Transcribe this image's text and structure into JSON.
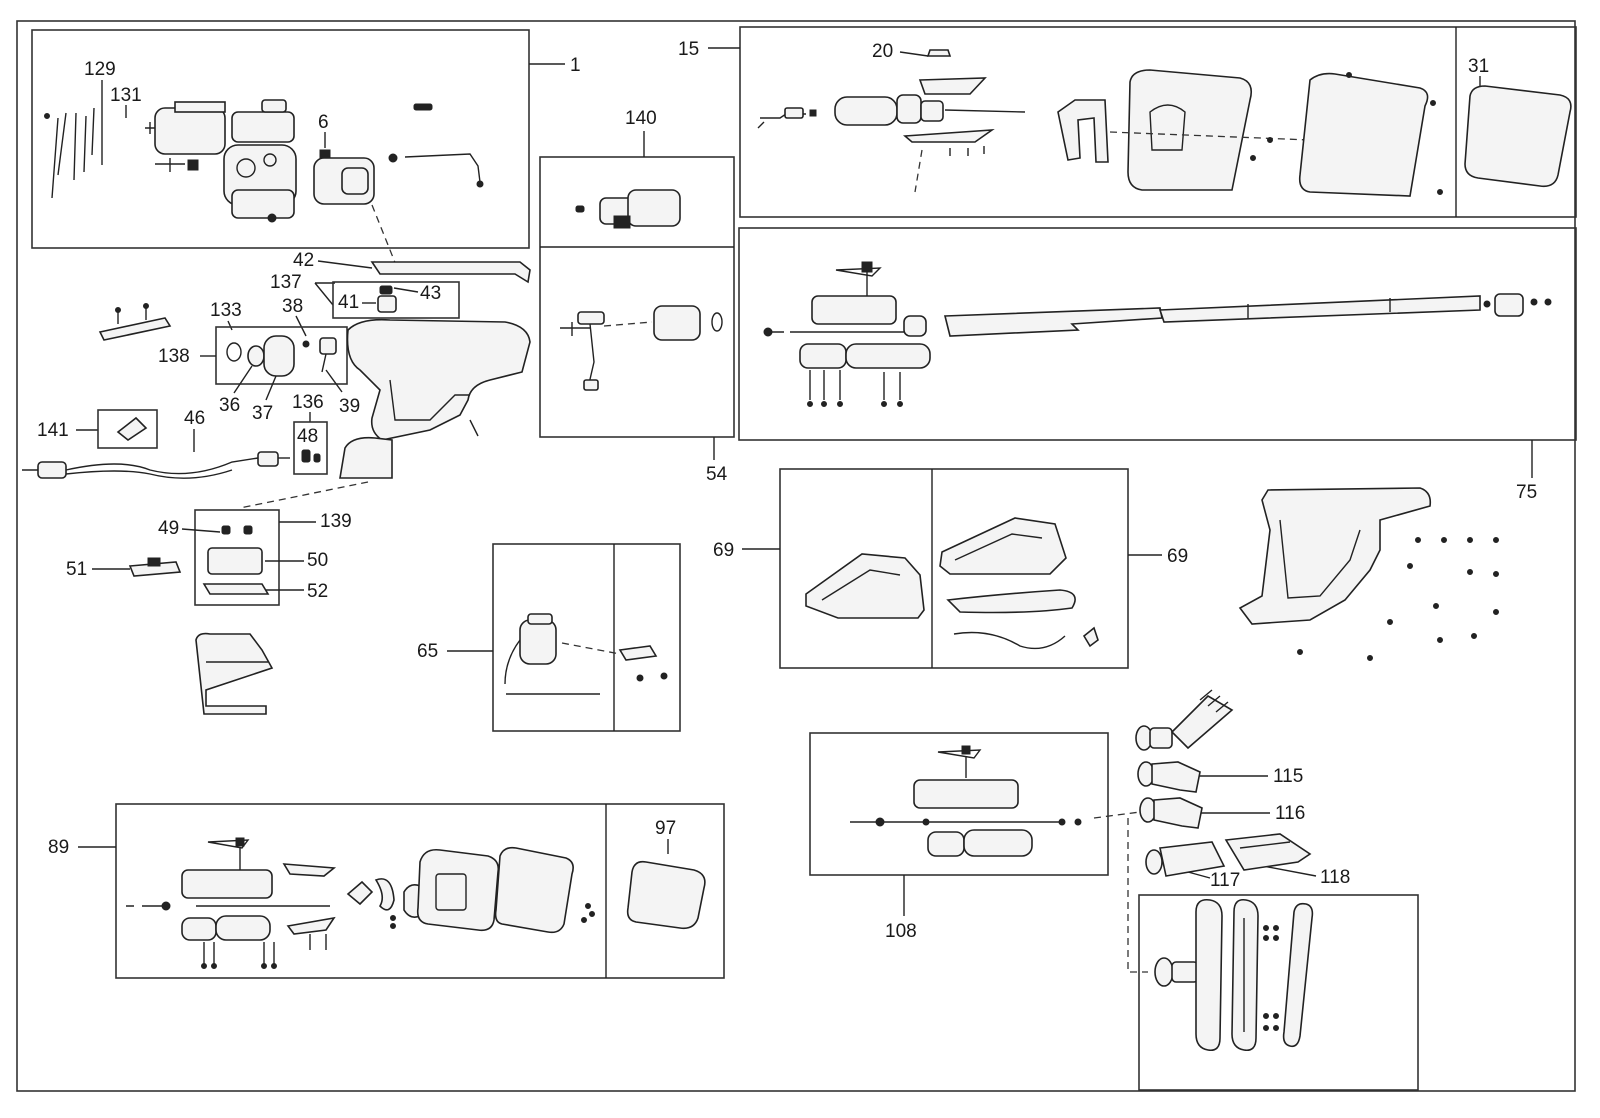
{
  "labels": {
    "l1": "1",
    "l15": "15",
    "l20": "20",
    "l31": "31",
    "l129": "129",
    "l131": "131",
    "l6": "6",
    "l140": "140",
    "l42": "42",
    "l137": "137",
    "l41": "41",
    "l43": "43",
    "l133": "133",
    "l38": "38",
    "l138": "138",
    "l36": "36",
    "l37": "37",
    "l39": "39",
    "l136": "136",
    "l141": "141",
    "l46": "46",
    "l48": "48",
    "l54": "54",
    "l75": "75",
    "l49": "49",
    "l139": "139",
    "l50": "50",
    "l51": "51",
    "l52": "52",
    "l65": "65",
    "l69a": "69",
    "l69b": "69",
    "l115": "115",
    "l116": "116",
    "l117": "117",
    "l118": "118",
    "l108": "108",
    "l89": "89",
    "l97": "97"
  },
  "colors": {
    "line": "#222222",
    "background": "#ffffff",
    "fill": "#f4f4f4"
  }
}
